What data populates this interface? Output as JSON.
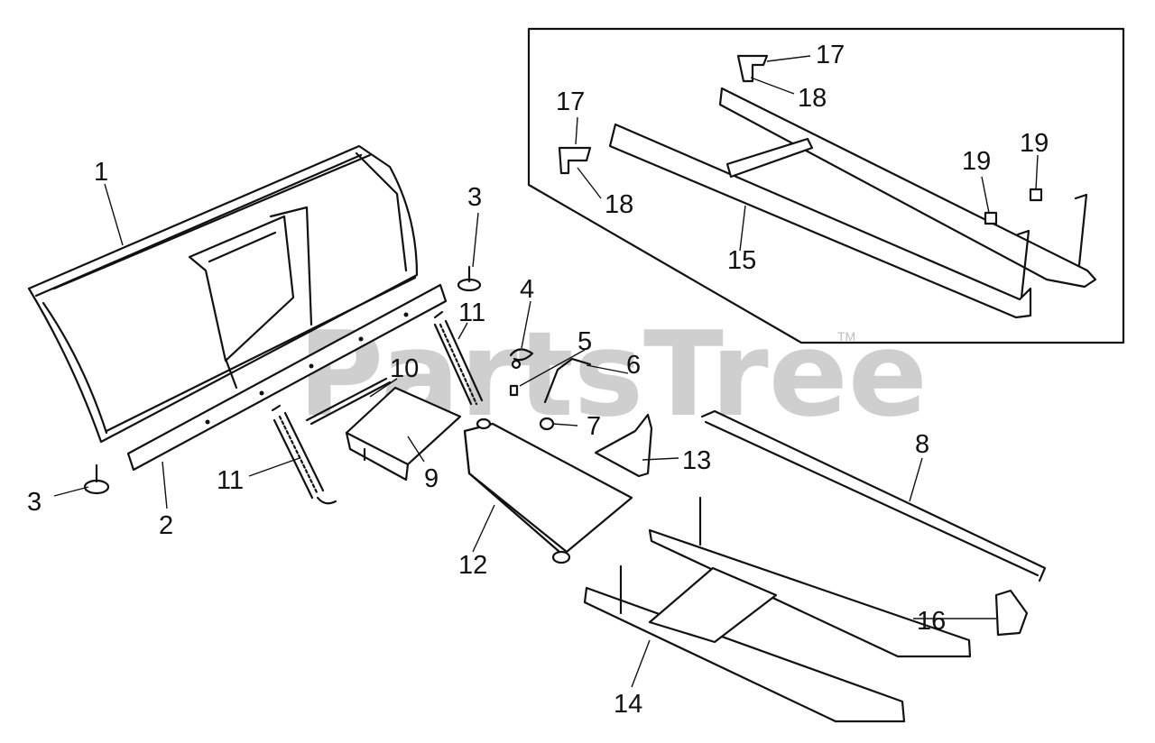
{
  "watermark": {
    "text": "PartsTree",
    "trademark": "TM"
  },
  "callouts": {
    "c1": "1",
    "c2": "2",
    "c3a": "3",
    "c3b": "3",
    "c4": "4",
    "c5": "5",
    "c6": "6",
    "c7": "7",
    "c8": "8",
    "c9": "9",
    "c10": "10",
    "c11a": "11",
    "c11b": "11",
    "c12": "12",
    "c13": "13",
    "c14": "14",
    "c15": "15",
    "c16": "16",
    "c17a": "17",
    "c17b": "17",
    "c18a": "18",
    "c18b": "18",
    "c19a": "19",
    "c19b": "19"
  }
}
